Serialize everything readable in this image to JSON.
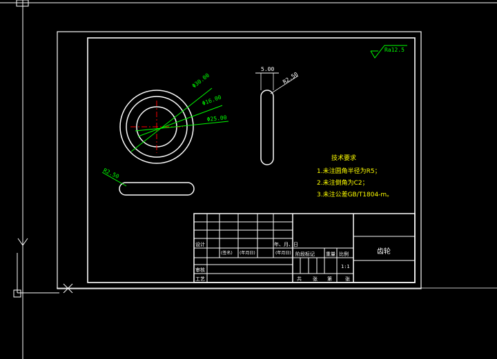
{
  "colors": {
    "background": "#000000",
    "line": "#ffffff",
    "dimension": "#00ff00",
    "annotation": "#ffff00",
    "centerline": "#ff0000"
  },
  "dimensions": {
    "outer_diameter": "Φ30.00",
    "inner_diameter": "Φ16.00",
    "middle_diameter": "Φ25.00",
    "slot_width": "5.00",
    "slot_radius_vertical": "R2.50",
    "slot_radius_horizontal": "R2.50"
  },
  "surface_finish": "Ra12.5",
  "tech_requirements": {
    "heading": "技术要求",
    "items": [
      "1.未注圆角半径为R5；",
      "2.未注倒角为C2；",
      "3.未注公差GB/T1804-m。"
    ]
  },
  "title_block": {
    "part_name": "齿轮",
    "row_labels": [
      "设计",
      "审核",
      "工艺"
    ],
    "year_month_day": "年、月、日",
    "label_marking": "阶段标记",
    "label_weight": "重量",
    "label_scale": "比例",
    "scale_value": "1:1",
    "label_sheet_total": "共",
    "label_sheet_unit": "张",
    "label_sheet_no": "第",
    "label_sheet_unit2": "张",
    "sign_a": "(签名)",
    "sign_b": "(年月日)",
    "sign_c": "(年月日)"
  }
}
